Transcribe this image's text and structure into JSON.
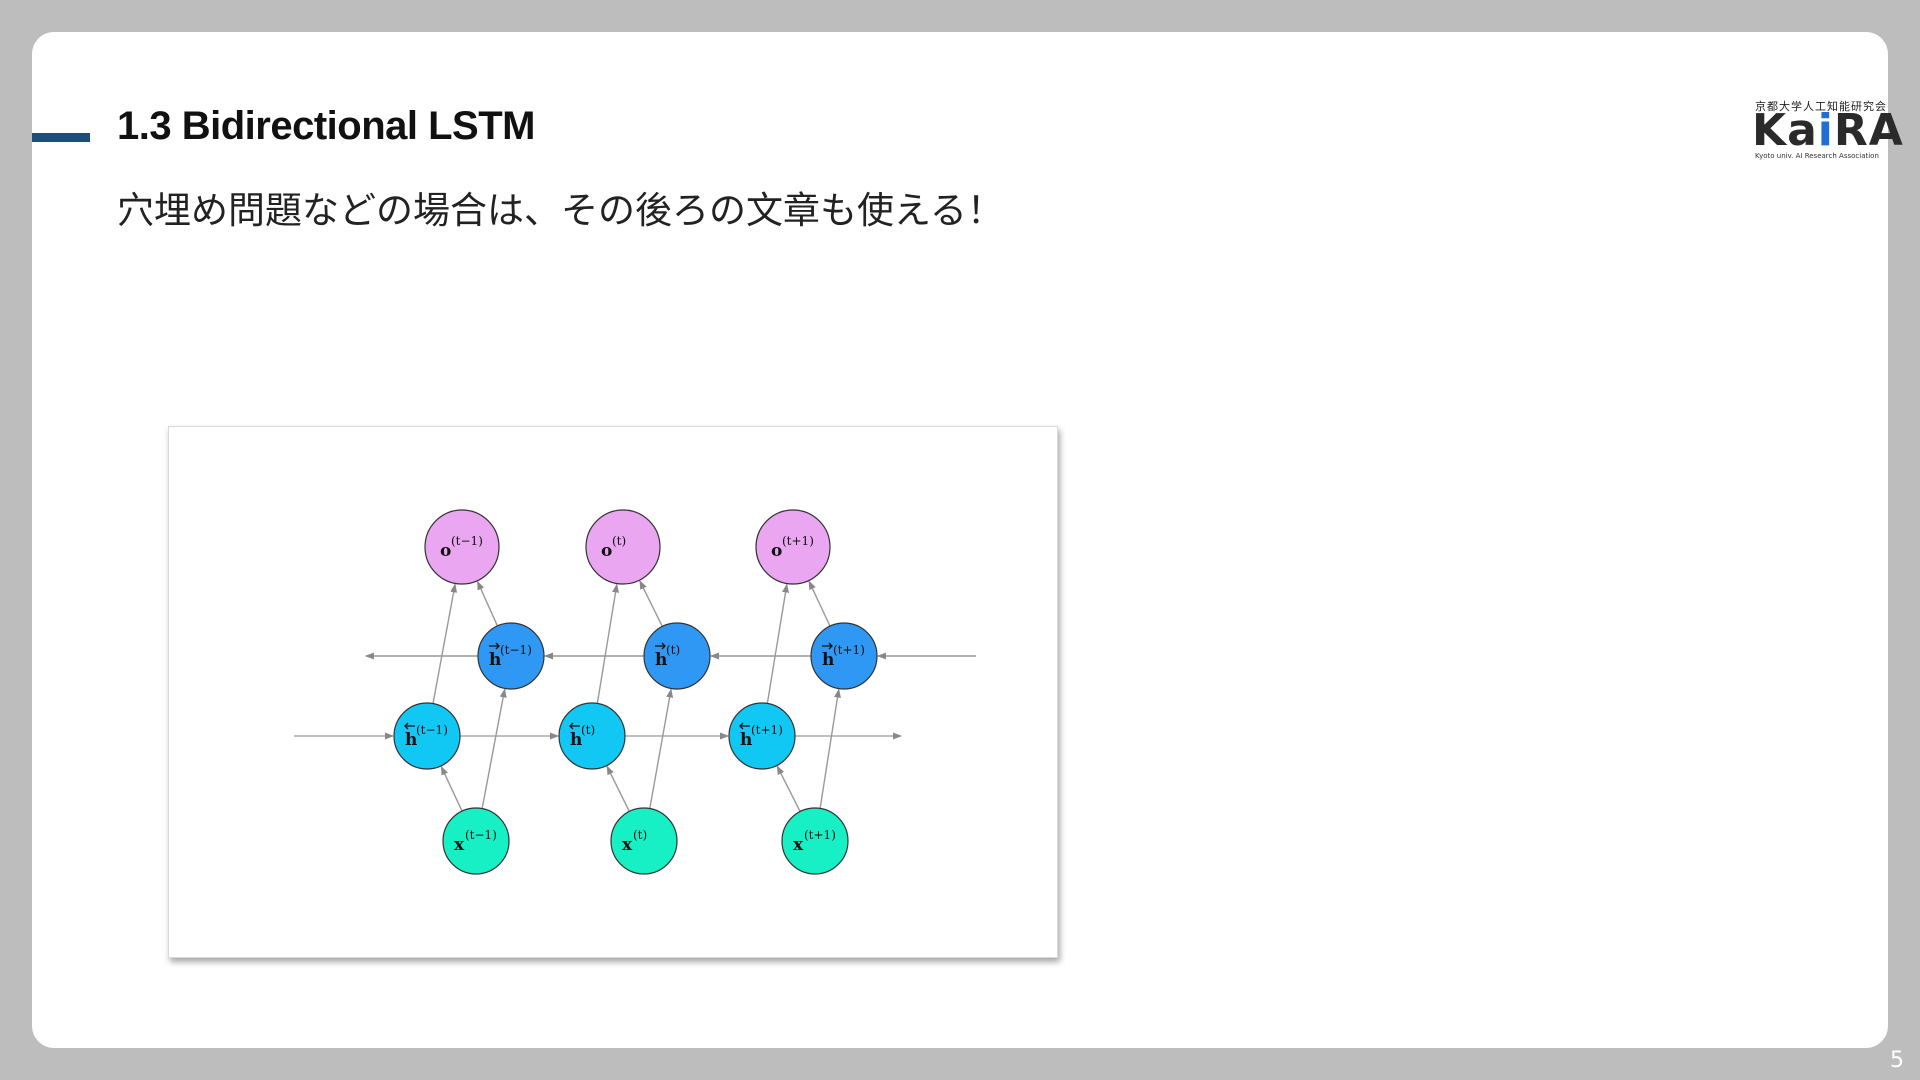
{
  "slide": {
    "title": "1.3 Bidirectional LSTM",
    "subtitle": "穴埋め問題などの場合は、その後ろの文章も使える！",
    "page_number": "5"
  },
  "logo": {
    "org_jp": "京都大学人工知能研究会",
    "name_pre": "Ka",
    "name_i": "i",
    "name_post": "RA",
    "org_en": "Kyoto univ. AI Research Association",
    "accent_color": "#1f6fd6"
  },
  "diagram": {
    "colors": {
      "output": "#eaa6f1",
      "backward": "#2f98f4",
      "forward": "#11c8f4",
      "input": "#17efc4",
      "edge": "#999999"
    },
    "columns": [
      {
        "output": {
          "base": "o",
          "sup": "(t−1)"
        },
        "backward": {
          "base": "h",
          "sup": "(t−1)"
        },
        "forward": {
          "base": "h",
          "sup": "(t−1)"
        },
        "input": {
          "base": "x",
          "sup": "(t−1)"
        }
      },
      {
        "output": {
          "base": "o",
          "sup": "(t)"
        },
        "backward": {
          "base": "h",
          "sup": "(t)"
        },
        "forward": {
          "base": "h",
          "sup": "(t)"
        },
        "input": {
          "base": "x",
          "sup": "(t)"
        }
      },
      {
        "output": {
          "base": "o",
          "sup": "(t+1)"
        },
        "backward": {
          "base": "h",
          "sup": "(t+1)"
        },
        "forward": {
          "base": "h",
          "sup": "(t+1)"
        },
        "input": {
          "base": "x",
          "sup": "(t+1)"
        }
      }
    ]
  }
}
